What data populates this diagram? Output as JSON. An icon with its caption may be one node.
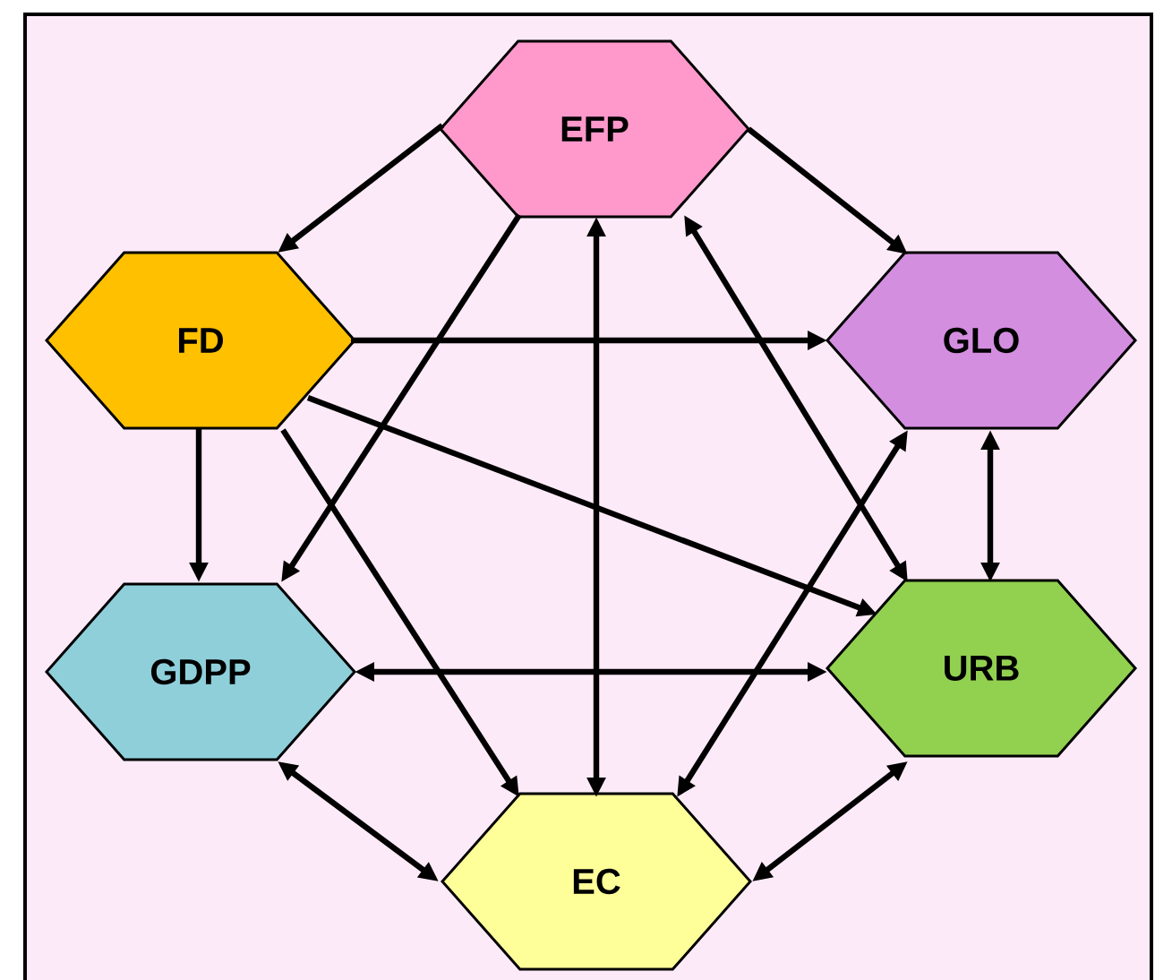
{
  "diagram": {
    "nodes": [
      {
        "text": [
          "EFP"
        ]
      },
      {
        "text": [
          "FD"
        ]
      },
      {
        "text": [
          "GLO"
        ]
      },
      {
        "text": [
          "GDPP"
        ]
      },
      {
        "text": [
          "URB"
        ]
      },
      {
        "text": [
          "EC"
        ]
      }
    ],
    "edges": [
      {
        "from": 0,
        "to": 1,
        "arrow": "to"
      },
      {
        "from": 0,
        "to": 2,
        "arrow": "to"
      },
      {
        "from": 0,
        "to": 3,
        "arrow": "to"
      },
      {
        "from": 5,
        "to": 0,
        "arrow": "both"
      },
      {
        "from": 4,
        "to": 0,
        "arrow": "both"
      },
      {
        "from": 1,
        "to": 2,
        "arrow": "to"
      },
      {
        "from": 1,
        "to": 4,
        "arrow": "to"
      },
      {
        "from": 1,
        "to": 3,
        "arrow": "to"
      },
      {
        "from": 1,
        "to": 5,
        "arrow": "to"
      },
      {
        "from": 2,
        "to": 4,
        "arrow": "both"
      },
      {
        "from": 5,
        "to": 2,
        "arrow": "both"
      },
      {
        "from": 3,
        "to": 4,
        "arrow": "both"
      },
      {
        "from": 3,
        "to": 5,
        "arrow": "both"
      },
      {
        "from": 4,
        "to": 5,
        "arrow": "both"
      }
    ]
  }
}
